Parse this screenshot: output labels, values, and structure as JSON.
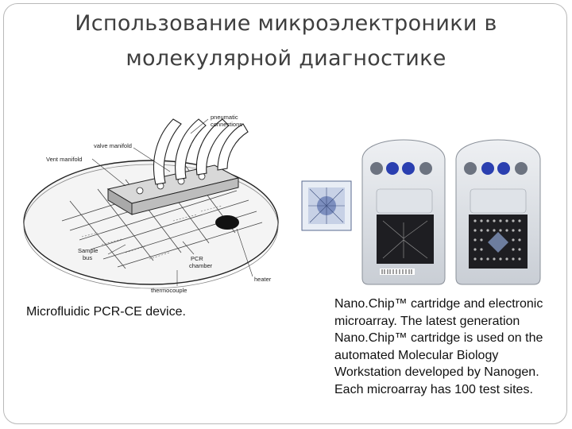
{
  "slide": {
    "title_line1": "Использование микроэлектроники в",
    "title_line2": "молекулярной диагностике"
  },
  "left_figure": {
    "labels": {
      "pneumatic": "pneumatic",
      "connections": "connections",
      "valve_manifold": "valve manifold",
      "vent_manifold": "Vent manifold",
      "sample": "Sample",
      "bus": "bus",
      "pcr": "PCR",
      "chamber": "chamber",
      "heater": "heater",
      "thermocouple": "thermocouple"
    },
    "caption": "Microfluidic PCR-CE device."
  },
  "right_figure": {
    "caption": "Nano.Chip™ cartridge and electronic microarray. The latest generation Nano.Chip™ cartridge is used on the automated Molecular Biology Workstation developed by Nanogen. Each microarray has 100 test sites.",
    "colors": {
      "port_blue": "#2a3fb0",
      "cartridge_gray": "#d9dde2",
      "chip_dark": "#1e1e22"
    }
  }
}
